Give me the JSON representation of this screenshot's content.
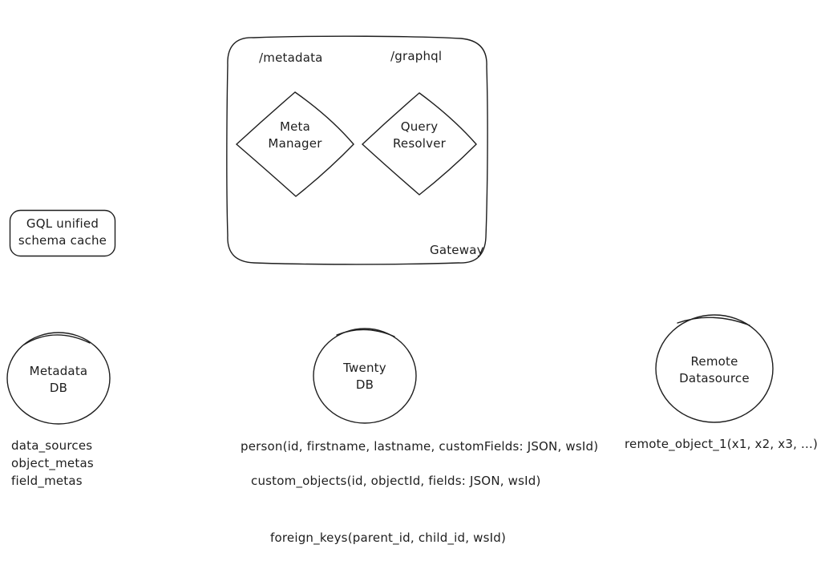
{
  "diagram": {
    "gateway": {
      "label": "Gateway",
      "endpoint_metadata": "/metadata",
      "endpoint_graphql": "/graphql",
      "meta_manager": {
        "line1": "Meta",
        "line2": "Manager"
      },
      "query_resolver": {
        "line1": "Query",
        "line2": "Resolver"
      }
    },
    "cache": {
      "line1": "GQL unified",
      "line2": "schema cache"
    },
    "metadata_db": {
      "line1": "Metadata",
      "line2": "DB"
    },
    "twenty_db": {
      "line1": "Twenty",
      "line2": "DB"
    },
    "remote_datasource": {
      "line1": "Remote",
      "line2": "Datasource"
    },
    "metadata_tables": [
      "data_sources",
      "object_metas",
      "field_metas"
    ],
    "twenty_tables": {
      "person": "person(id, firstname, lastname, customFields: JSON, wsId)",
      "custom_objects": "custom_objects(id, objectId, fields: JSON, wsId)",
      "foreign_keys": "foreign_keys(parent_id, child_id, wsId)"
    },
    "remote_tables": [
      "remote_object_1(x1, x2, x3, ...)"
    ]
  },
  "colors": {
    "stroke": "#1e1e1e",
    "background": "#ffffff"
  }
}
